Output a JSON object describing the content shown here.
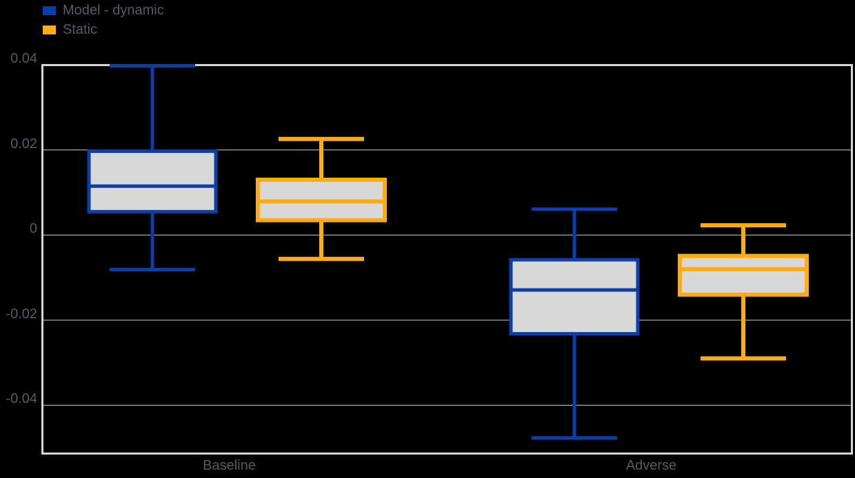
{
  "chart_data": {
    "type": "boxplot",
    "title": "",
    "categories": [
      "Baseline",
      "Adverse"
    ],
    "series": [
      {
        "name": "Model - dynamic",
        "color": "#0B3EA8",
        "box_fill": "#D8D8D8",
        "data": [
          {
            "category": "Baseline",
            "low": -0.0081,
            "q1": 0.0055,
            "median": 0.0115,
            "q3": 0.0197,
            "high": 0.0398
          },
          {
            "category": "Adverse",
            "low": -0.0477,
            "q1": -0.0232,
            "median": -0.0129,
            "q3": -0.0058,
            "high": 0.0061
          }
        ]
      },
      {
        "name": "Static",
        "color": "#FFAD0D",
        "box_fill": "#D8D8D8",
        "data": [
          {
            "category": "Baseline",
            "low": -0.0056,
            "q1": 0.0035,
            "median": 0.0079,
            "q3": 0.013,
            "high": 0.0226
          },
          {
            "category": "Adverse",
            "low": -0.029,
            "q1": -0.014,
            "median": -0.008,
            "q3": -0.0049,
            "high": 0.0023
          }
        ]
      }
    ],
    "yticks": {
      "values": [
        0.04,
        0.02,
        0,
        -0.02,
        -0.04
      ],
      "labels": [
        "0.04",
        "0.02",
        "0",
        "-0.02",
        "-0.04"
      ]
    },
    "ylim": [
      -0.0516,
      0.0402
    ],
    "grid": true,
    "legend_position": "top-left",
    "colors": {
      "background": "#000000",
      "grid_line": "#CFCFCF",
      "plot_border": "#D6D6D6",
      "text": "#565B63",
      "box_fill": "#D8D8D8"
    }
  }
}
